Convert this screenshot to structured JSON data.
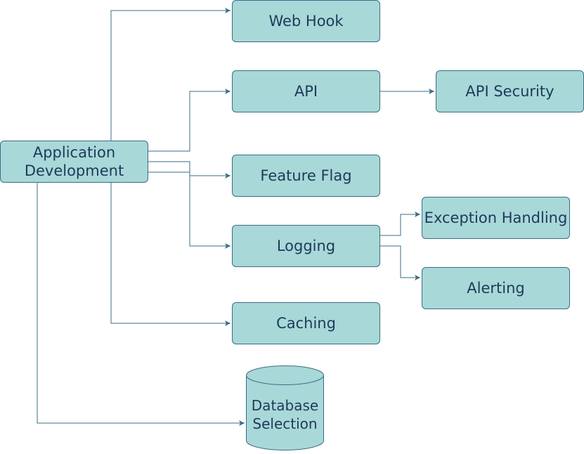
{
  "diagram": {
    "nodes": {
      "app_line1": "Application",
      "app_line2": "Development",
      "webhook": "Web Hook",
      "api": "API",
      "api_security": "API Security",
      "feature_flag": "Feature Flag",
      "logging": "Logging",
      "exception_handling": "Exception Handling",
      "alerting": "Alerting",
      "caching": "Caching",
      "db_line1": "Database",
      "db_line2": "Selection"
    },
    "edges": [
      [
        "Application Development",
        "Web Hook"
      ],
      [
        "Application Development",
        "API"
      ],
      [
        "API",
        "API Security"
      ],
      [
        "Application Development",
        "Feature Flag"
      ],
      [
        "Application Development",
        "Logging"
      ],
      [
        "Logging",
        "Exception Handling"
      ],
      [
        "Logging",
        "Alerting"
      ],
      [
        "Application Development",
        "Caching"
      ],
      [
        "Application Development",
        "Database Selection"
      ]
    ],
    "colors": {
      "node_fill": "#a8d8d8",
      "node_stroke": "#3d6d85",
      "text": "#1e3a5a"
    }
  }
}
